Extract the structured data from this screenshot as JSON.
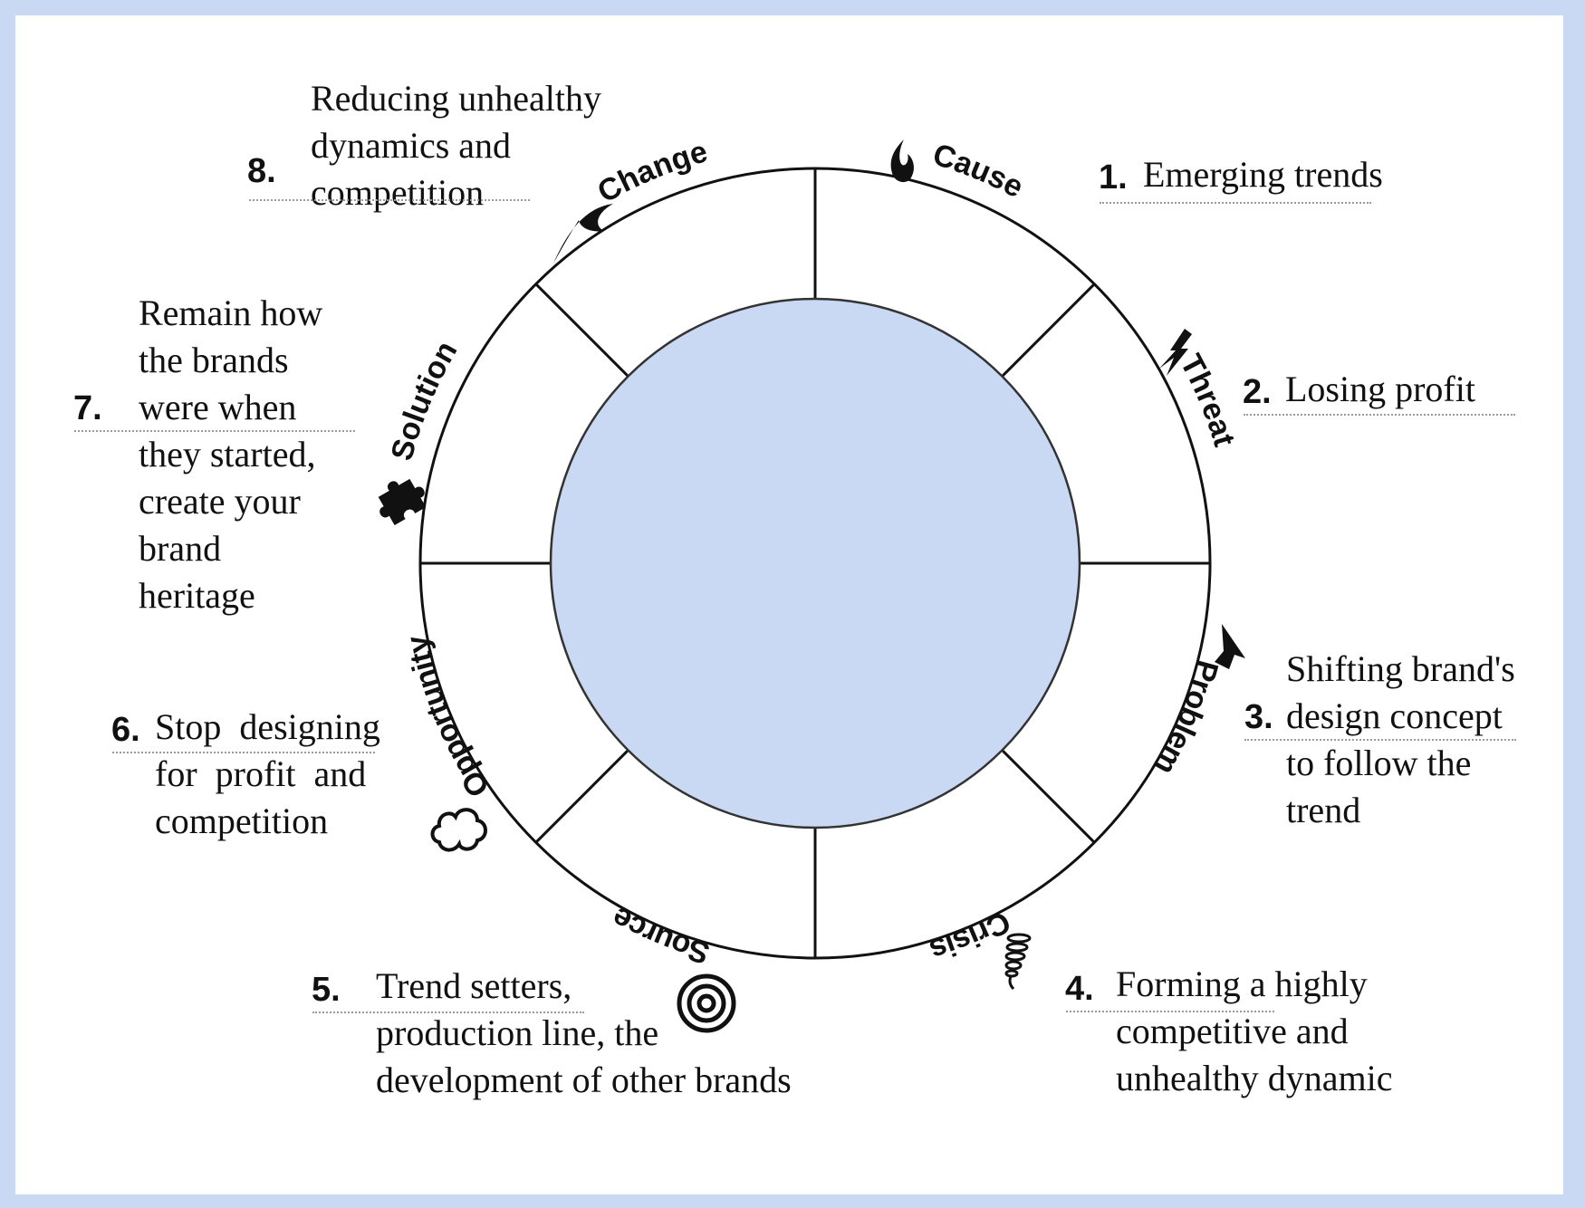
{
  "colors": {
    "page_background": "#c9d8f3",
    "panel_background": "#ffffff",
    "center_circle_fill": "#c9d8f3",
    "line": "#111111"
  },
  "wheel": {
    "segments": [
      {
        "label": "Cause",
        "icon": "flame-icon"
      },
      {
        "label": "Threat",
        "icon": "lightning-icon"
      },
      {
        "label": "Problem",
        "icon": "arrow-up-icon"
      },
      {
        "label": "Crisis",
        "icon": "tornado-icon"
      },
      {
        "label": "Source",
        "icon": "concentric-circles-icon"
      },
      {
        "label": "Opportunity",
        "icon": "cloud-icon"
      },
      {
        "label": "Solution",
        "icon": "puzzle-piece-icon"
      },
      {
        "label": "Change",
        "icon": "wave-icon"
      }
    ]
  },
  "notes": [
    {
      "number": "1.",
      "text": "Emerging trends"
    },
    {
      "number": "2.",
      "text": "Losing profit"
    },
    {
      "number": "3.",
      "text": "Shifting brand's\ndesign concept\nto follow the\ntrend"
    },
    {
      "number": "4.",
      "text": "Forming a highly\ncompetitive and\nunhealthy dynamic"
    },
    {
      "number": "5.",
      "text": "Trend setters,\nproduction line, the\ndevelopment of other brands"
    },
    {
      "number": "6.",
      "text": "Stop  designing\nfor  profit  and\ncompetition"
    },
    {
      "number": "7.",
      "text": "Remain how\nthe brands\nwere when\nthey started,\ncreate your\nbrand\nheritage"
    },
    {
      "number": "8.",
      "text": "Reducing unhealthy\ndynamics and\ncompetition"
    }
  ]
}
